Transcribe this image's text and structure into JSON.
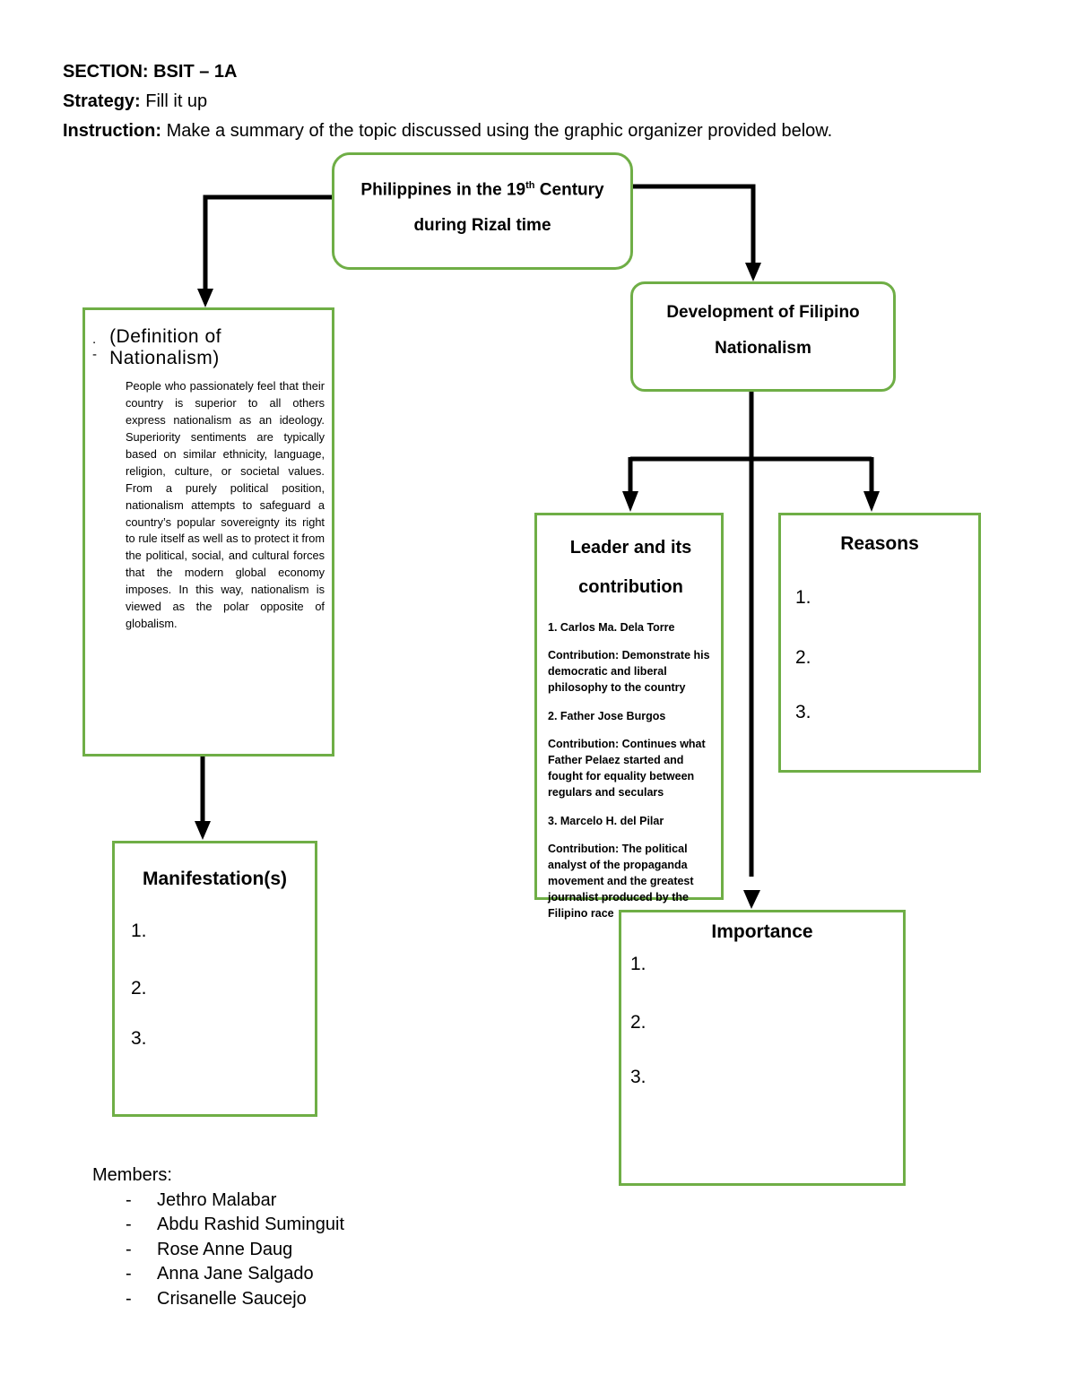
{
  "header": {
    "section_line": "SECTION: BSIT – 1A",
    "strategy_label": "Strategy:",
    "strategy_value": "Fill it up",
    "instruction_label": "Instruction:",
    "instruction_value": "Make a summary of the topic discussed using the graphic organizer provided below."
  },
  "diagram": {
    "root": {
      "title_pre": "Philippines in the 19",
      "title_sup": "th",
      "title_post": " Century",
      "title_line2": "during Rizal time"
    },
    "development": {
      "title_line1": "Development of Filipino",
      "title_line2": "Nationalism"
    },
    "definition": {
      "bullet1": ".",
      "bullet2": "-",
      "title": "(Definition of Nationalism)",
      "body": "People who passionately feel that their country is superior to all others express nationalism as an ideology. Superiority sentiments are typically based on similar ethnicity, language, religion, culture, or societal values. From a purely political position, nationalism attempts to safeguard a country’s popular sovereignty its right to rule itself as well as to protect it from the political, social, and cultural forces that the modern global economy imposes. In this way, nationalism is viewed as the polar opposite of globalism."
    },
    "leader": {
      "title_line1": "Leader and its",
      "title_line2": "contribution",
      "items": [
        {
          "name": "1. Carlos Ma. Dela Torre",
          "contribution": "Contribution: Demonstrate his democratic and liberal philosophy to the country"
        },
        {
          "name": "2. Father Jose Burgos",
          "contribution": "Contribution: Continues what Father Pelaez started and fought for equality between regulars and seculars"
        },
        {
          "name": "3. Marcelo H. del Pilar",
          "contribution": "Contribution: The political analyst of the propaganda movement and the greatest journalist produced by the Filipino race"
        }
      ]
    },
    "reasons": {
      "title": "Reasons",
      "numbers": [
        "1.",
        "2.",
        "3."
      ]
    },
    "manifestation": {
      "title": "Manifestation(s)",
      "numbers": [
        "1.",
        "2.",
        "3."
      ]
    },
    "importance": {
      "title": "Importance",
      "numbers": [
        "1.",
        "2.",
        "3."
      ]
    }
  },
  "members": {
    "label": "Members:",
    "bullet": "-",
    "names": [
      "Jethro Malabar",
      "Abdu Rashid Suminguit",
      "Rose Anne Daug",
      "Anna Jane Salgado",
      "Crisanelle Saucejo"
    ]
  },
  "colors": {
    "box_border_green": "#6fae46",
    "connector_black": "#000000",
    "text_black": "#000000",
    "background": "#ffffff"
  }
}
